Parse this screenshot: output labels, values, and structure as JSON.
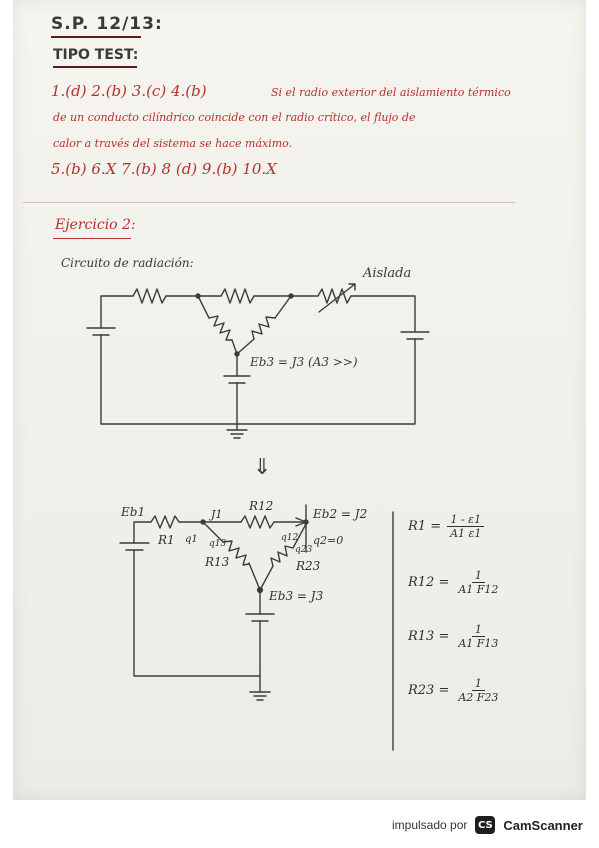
{
  "document": {
    "header_code": "S.P. 12/13:",
    "header_type": "TIPO TEST:",
    "answers_row1": "1.(d) 2.(b) 3.(c) 4.(b)",
    "answer4_note_line1": "Si el radio exterior del aislamiento térmico",
    "answer4_note_line2": "de un conducto cilíndrico coincide con el radio crítico, el flujo de",
    "answer4_note_line3": "calor a través del sistema se hace máximo.",
    "answers_row2": "5.(b)  6.X  7.(b) 8 (d)  9.(b)   10.X",
    "exercise_title": "Ejercicio 2:",
    "circuit_title": "Circuito de radiación:",
    "insulated_label": "Aislada",
    "eb3_top": "Eb3 = J3  (A3 >>)",
    "arrow": "⇓",
    "eb1": "Eb1",
    "j1": "J1",
    "r12": "R12",
    "eb2_eq": "Eb2 = J2",
    "r1": "R1",
    "q1": "q1",
    "q12": "q12",
    "q13": "q13",
    "q23": "q23",
    "q2_eq": "q2=0",
    "r13": "R13",
    "r23": "R23",
    "eb3_bottom": "Eb3 = J3"
  },
  "formulas": [
    {
      "lhs": "R1 =",
      "num": "1 - ε1",
      "den": "A1 ε1"
    },
    {
      "lhs": "R12 =",
      "num": "1",
      "den": "A1 F12"
    },
    {
      "lhs": "R13 =",
      "num": "1",
      "den": "A1 F13"
    },
    {
      "lhs": "R23 =",
      "num": "1",
      "den": "A2 F23"
    }
  ],
  "footer": {
    "powered_by": "impulsado por",
    "logo": "CS",
    "app": "CamScanner"
  },
  "colors": {
    "ink_red": "#b5302e",
    "ink_dark": "#3a3838",
    "paper": "#f3f1ec"
  }
}
